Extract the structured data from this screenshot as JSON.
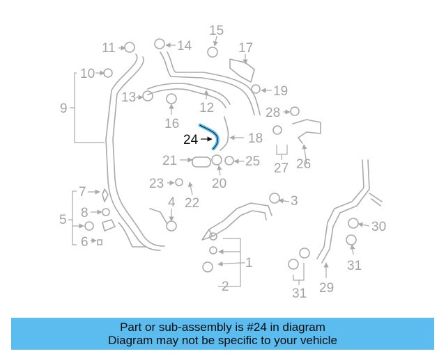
{
  "highlight_color": "#5bbcf0",
  "highlighted_callout": "24",
  "callouts": {
    "c1": "1",
    "c2": "2",
    "c3": "3",
    "c4": "4",
    "c5": "5",
    "c6": "6",
    "c7": "7",
    "c8": "8",
    "c9": "9",
    "c10": "10",
    "c11": "11",
    "c12": "12",
    "c13": "13",
    "c14": "14",
    "c15": "15",
    "c16": "16",
    "c17": "17",
    "c18": "18",
    "c19": "19",
    "c20": "20",
    "c21": "21",
    "c22": "22",
    "c23": "23",
    "c24": "24",
    "c25": "25",
    "c26": "26",
    "c27": "27",
    "c28": "28",
    "c29": "29",
    "c30": "30",
    "c31a": "31",
    "c31b": "31"
  },
  "banner": {
    "line1": "Part or sub-assembly is #24 in diagram",
    "line2": "Diagram may not be specific to your vehicle"
  }
}
